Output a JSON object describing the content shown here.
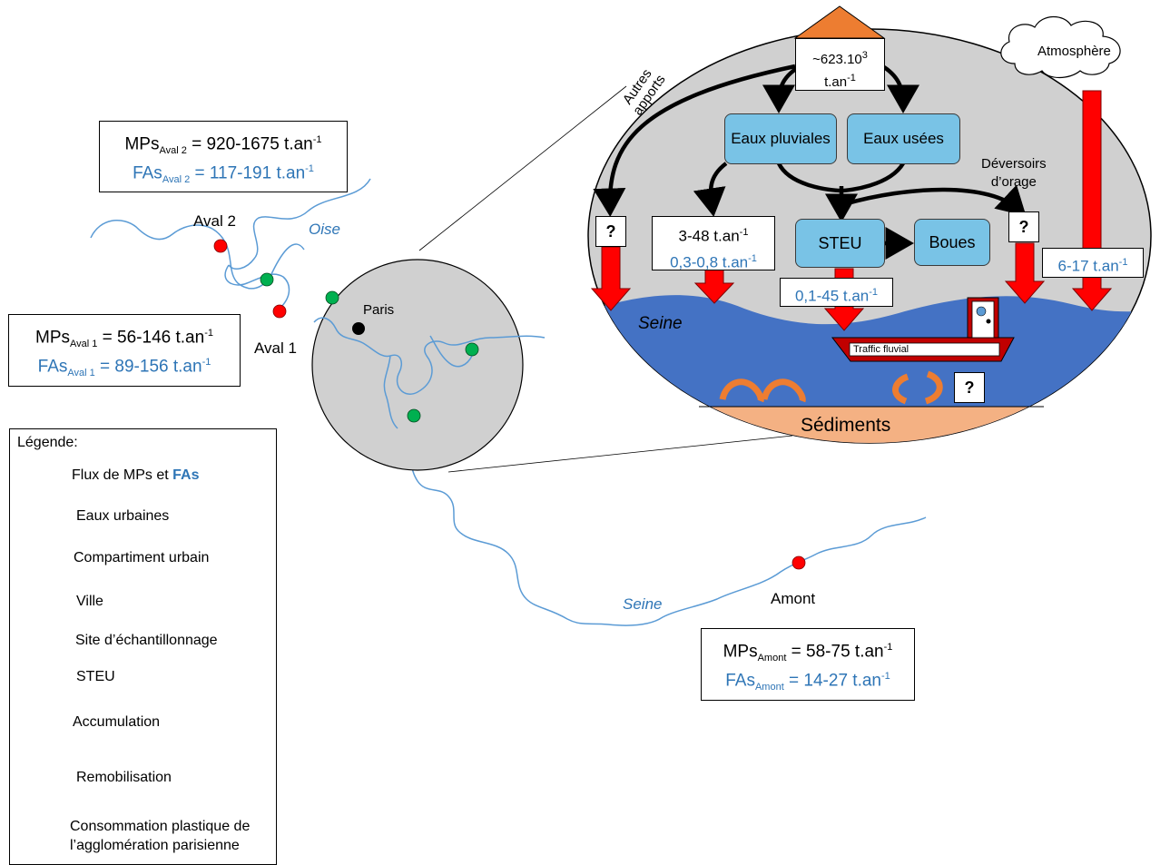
{
  "callouts": {
    "aval2": {
      "mps_prefix": "MPs",
      "mps_sub": "Aval 2",
      "mps_value": " = 920-1675 t.an",
      "mps_exp": "-1",
      "fas_prefix": "FAs",
      "fas_sub": "Aval 2",
      "fas_value": " = 117-191 t.an",
      "fas_exp": "-1"
    },
    "aval1": {
      "mps_prefix": "MPs",
      "mps_sub": "Aval 1",
      "mps_value": " = 56-146 t.an",
      "mps_exp": "-1",
      "fas_prefix": "FAs",
      "fas_sub": "Aval 1",
      "fas_value": " = 89-156 t.an",
      "fas_exp": "-1"
    },
    "amont": {
      "mps_prefix": "MPs",
      "mps_sub": "Amont",
      "mps_value": " = 58-75 t.an",
      "mps_exp": "-1",
      "fas_prefix": "FAs",
      "fas_sub": "Amont",
      "fas_value": " = 14-27 t.an",
      "fas_exp": "-1"
    }
  },
  "map_labels": {
    "aval2": "Aval 2",
    "aval1": "Aval 1",
    "amont": "Amont",
    "paris": "Paris",
    "oise": "Oise",
    "seine": "Seine"
  },
  "detail": {
    "consumption_value": "~623.10",
    "consumption_exp": "3",
    "consumption_unit": "t.an",
    "consumption_unit_exp": "-1",
    "atmosphere": "Atmosphère",
    "eaux_pluviales": "Eaux pluviales",
    "eaux_usees": "Eaux usées",
    "steu": "STEU",
    "boues": "Boues",
    "autres_apports": "Autres apports",
    "deversoirs_line1": "Déversoirs",
    "deversoirs_line2": "d’orage",
    "pluv_flux_1": "3-48 t.an",
    "pluv_flux_1_exp": "-1",
    "pluv_flux_2": "0,3-0,8 t.an",
    "pluv_flux_2_exp": "-1",
    "steu_flux": "0,1-45 t.an",
    "steu_flux_exp": "-1",
    "atm_flux": "6-17 t.an",
    "atm_flux_exp": "-1",
    "question": "?",
    "seine": "Seine",
    "traffic": "Traffic fluvial",
    "sediments": "Sédiments"
  },
  "legend": {
    "title": "Légende:",
    "flux_prefix": "Flux de MPs et ",
    "flux_fas": "FAs",
    "eaux_urbaines": "Eaux urbaines",
    "compartiment": "Compartiment urbain",
    "ville": "Ville",
    "site": "Site d’échantillonnage",
    "steu": "STEU",
    "accumulation": "Accumulation",
    "remobilisation": "Remobilisation",
    "consommation_line1": "Consommation plastique de",
    "consommation_line2": "l’agglomération parisienne"
  },
  "colors": {
    "river": "#5b9bd5",
    "water": "#4472c4",
    "zoom_fill": "#d0d0d0",
    "sediment": "#f4b183",
    "red_arrow": "#ff0000",
    "urban": "#79c3e6",
    "orange": "#ed7d31",
    "accent_blue": "#2e75b6",
    "station_green": "#00b050",
    "site_red": "#ff0000"
  }
}
